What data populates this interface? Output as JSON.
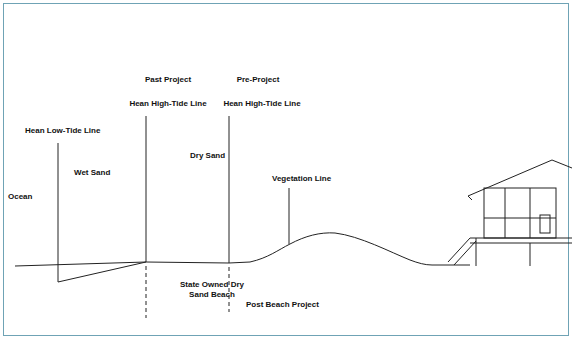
{
  "diagram": {
    "labels": [
      "Past Project",
      "Pre-Project",
      "Hean High-Tide Line",
      "Hean High-Tide Line",
      "Hean Low-Tide Line",
      "Dry Sand",
      "Wet Sand",
      "Vegetation Line",
      "Ocean",
      "State Owned Dry Sand Beach",
      "Post Beach Project"
    ]
  }
}
